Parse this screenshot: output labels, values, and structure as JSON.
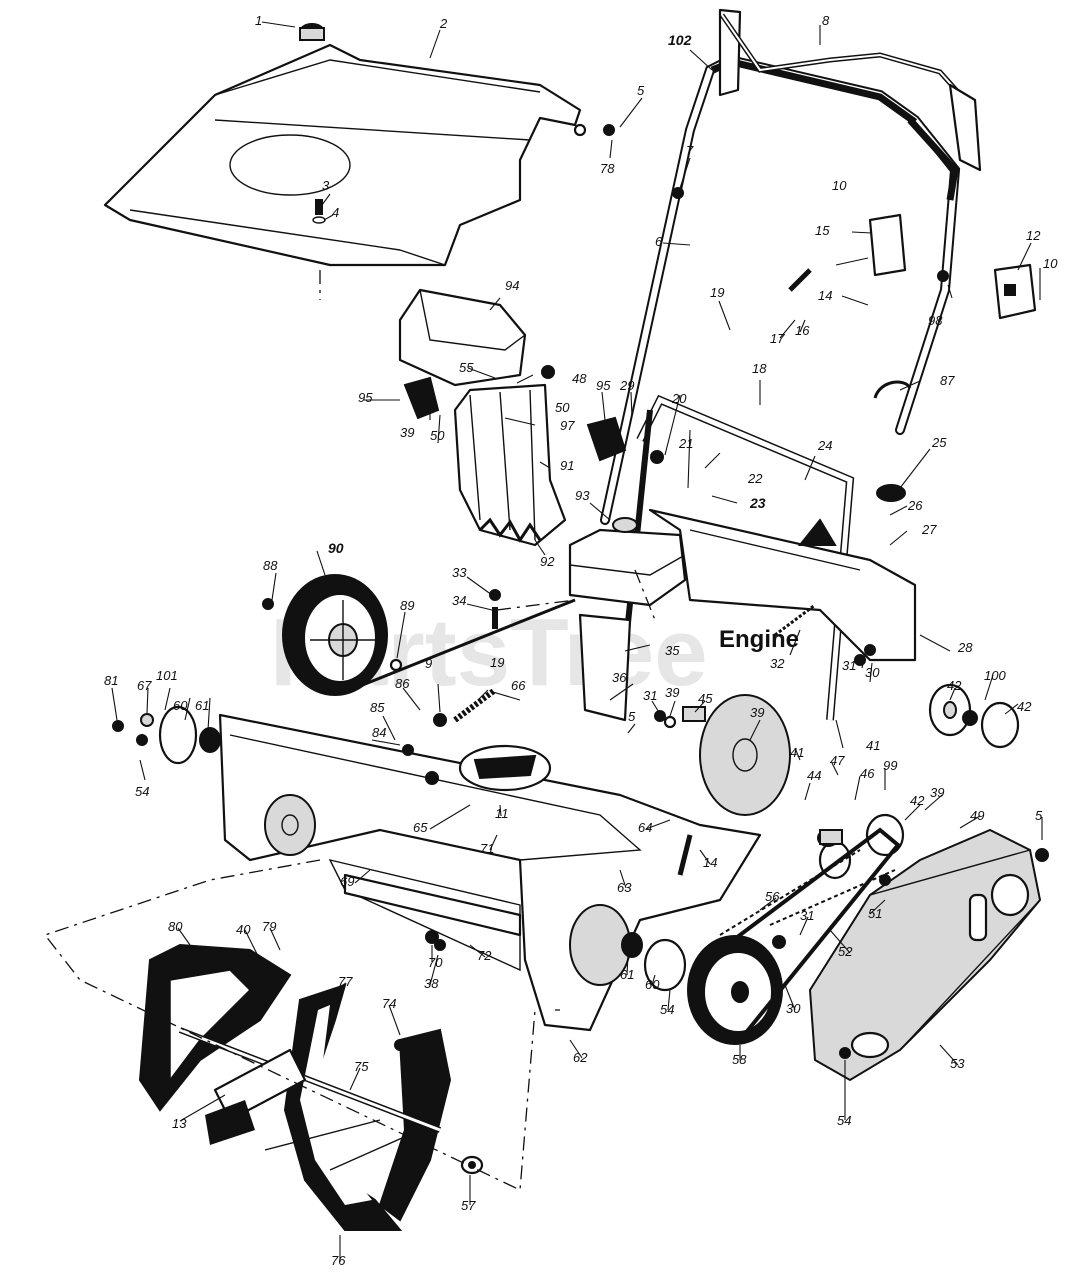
{
  "diagram": {
    "engine_label": "Engine",
    "watermark": "PartsTree",
    "callouts": [
      {
        "id": "c1",
        "text": "1"
      },
      {
        "id": "c2",
        "text": "2"
      },
      {
        "id": "c3",
        "text": "3"
      },
      {
        "id": "c4",
        "text": "4"
      },
      {
        "id": "c5a",
        "text": "5"
      },
      {
        "id": "c78",
        "text": "78"
      },
      {
        "id": "c7",
        "text": "7"
      },
      {
        "id": "c102",
        "text": "102"
      },
      {
        "id": "c8",
        "text": "8"
      },
      {
        "id": "c6",
        "text": "6"
      },
      {
        "id": "c10a",
        "text": "10"
      },
      {
        "id": "c15",
        "text": "15"
      },
      {
        "id": "c14a",
        "text": "14"
      },
      {
        "id": "c12",
        "text": "12"
      },
      {
        "id": "c10b",
        "text": "10"
      },
      {
        "id": "c98",
        "text": "98"
      },
      {
        "id": "c94",
        "text": "94"
      },
      {
        "id": "c55",
        "text": "55"
      },
      {
        "id": "c48",
        "text": "48"
      },
      {
        "id": "c50a",
        "text": "50"
      },
      {
        "id": "c95a",
        "text": "95"
      },
      {
        "id": "c39a",
        "text": "39"
      },
      {
        "id": "c50b",
        "text": "50"
      },
      {
        "id": "c97",
        "text": "97"
      },
      {
        "id": "c91",
        "text": "91"
      },
      {
        "id": "c95b",
        "text": "95"
      },
      {
        "id": "c29",
        "text": "29"
      },
      {
        "id": "c17",
        "text": "17"
      },
      {
        "id": "c16",
        "text": "16"
      },
      {
        "id": "c18",
        "text": "18"
      },
      {
        "id": "c19a",
        "text": "19"
      },
      {
        "id": "c87",
        "text": "87"
      },
      {
        "id": "c20",
        "text": "20"
      },
      {
        "id": "c21",
        "text": "21"
      },
      {
        "id": "c22",
        "text": "22"
      },
      {
        "id": "c23",
        "text": "23"
      },
      {
        "id": "c24",
        "text": "24"
      },
      {
        "id": "c25",
        "text": "25"
      },
      {
        "id": "c26",
        "text": "26"
      },
      {
        "id": "c27",
        "text": "27"
      },
      {
        "id": "c93",
        "text": "93"
      },
      {
        "id": "c92",
        "text": "92"
      },
      {
        "id": "c90",
        "text": "90"
      },
      {
        "id": "c88",
        "text": "88"
      },
      {
        "id": "c33",
        "text": "33"
      },
      {
        "id": "c34",
        "text": "34"
      },
      {
        "id": "c89",
        "text": "89"
      },
      {
        "id": "c35",
        "text": "35"
      },
      {
        "id": "c32",
        "text": "32"
      },
      {
        "id": "c28",
        "text": "28"
      },
      {
        "id": "c31a",
        "text": "31"
      },
      {
        "id": "c30a",
        "text": "30"
      },
      {
        "id": "c9",
        "text": "9"
      },
      {
        "id": "c19b",
        "text": "19"
      },
      {
        "id": "c66",
        "text": "66"
      },
      {
        "id": "c36",
        "text": "36"
      },
      {
        "id": "c31b",
        "text": "31"
      },
      {
        "id": "c39b",
        "text": "39"
      },
      {
        "id": "c45",
        "text": "45"
      },
      {
        "id": "c81",
        "text": "81"
      },
      {
        "id": "c67",
        "text": "67"
      },
      {
        "id": "c101",
        "text": "101"
      },
      {
        "id": "c60a",
        "text": "60"
      },
      {
        "id": "c61a",
        "text": "61"
      },
      {
        "id": "c86",
        "text": "86"
      },
      {
        "id": "c85",
        "text": "85"
      },
      {
        "id": "c84",
        "text": "84"
      },
      {
        "id": "c5b",
        "text": "5"
      },
      {
        "id": "c39c",
        "text": "39"
      },
      {
        "id": "c41a",
        "text": "41"
      },
      {
        "id": "c41b",
        "text": "41"
      },
      {
        "id": "c42a",
        "text": "42"
      },
      {
        "id": "c100",
        "text": "100"
      },
      {
        "id": "c42b",
        "text": "42"
      },
      {
        "id": "c54a",
        "text": "54"
      },
      {
        "id": "c65",
        "text": "65"
      },
      {
        "id": "c11",
        "text": "11"
      },
      {
        "id": "c71",
        "text": "71"
      },
      {
        "id": "c44",
        "text": "44"
      },
      {
        "id": "c47",
        "text": "47"
      },
      {
        "id": "c46",
        "text": "46"
      },
      {
        "id": "c99",
        "text": "99"
      },
      {
        "id": "c42c",
        "text": "42"
      },
      {
        "id": "c39d",
        "text": "39"
      },
      {
        "id": "c49",
        "text": "49"
      },
      {
        "id": "c5c",
        "text": "5"
      },
      {
        "id": "c64",
        "text": "64"
      },
      {
        "id": "c14b",
        "text": "14"
      },
      {
        "id": "c69",
        "text": "69"
      },
      {
        "id": "c63",
        "text": "63"
      },
      {
        "id": "c56",
        "text": "56"
      },
      {
        "id": "c31c",
        "text": "31"
      },
      {
        "id": "c51",
        "text": "51"
      },
      {
        "id": "c52",
        "text": "52"
      },
      {
        "id": "c80",
        "text": "80"
      },
      {
        "id": "c79",
        "text": "79"
      },
      {
        "id": "c40",
        "text": "40"
      },
      {
        "id": "c77",
        "text": "77"
      },
      {
        "id": "c70",
        "text": "70"
      },
      {
        "id": "c38",
        "text": "38"
      },
      {
        "id": "c72",
        "text": "72"
      },
      {
        "id": "c61b",
        "text": "61"
      },
      {
        "id": "c60b",
        "text": "60"
      },
      {
        "id": "c54b",
        "text": "54"
      },
      {
        "id": "c30b",
        "text": "30"
      },
      {
        "id": "c74",
        "text": "74"
      },
      {
        "id": "c75",
        "text": "75"
      },
      {
        "id": "c13",
        "text": "13"
      },
      {
        "id": "c62",
        "text": "62"
      },
      {
        "id": "c58",
        "text": "58"
      },
      {
        "id": "c53",
        "text": "53"
      },
      {
        "id": "c54c",
        "text": "54"
      },
      {
        "id": "c57",
        "text": "57"
      },
      {
        "id": "c76",
        "text": "76"
      }
    ]
  }
}
